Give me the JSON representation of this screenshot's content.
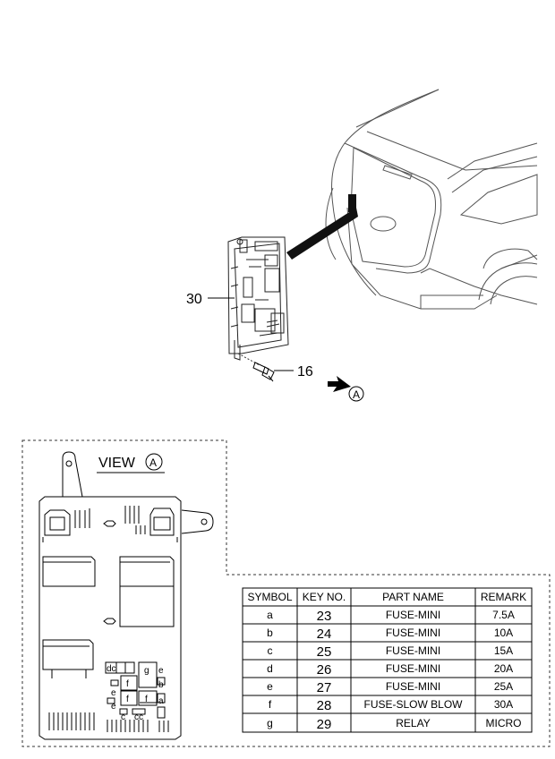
{
  "callouts": {
    "module_ref": "30",
    "bolt_ref": "16",
    "view_arrow_letter": "A"
  },
  "view": {
    "label": "VIEW",
    "letter": "A"
  },
  "layout_letters": {
    "dc": "dc",
    "c1": "c",
    "c2": "c",
    "cc": "cc",
    "e1": "e",
    "e2": "e",
    "e3": "e",
    "b": "b",
    "a": "a",
    "f1": "f",
    "f2": "f",
    "f3": "f",
    "g": "g"
  },
  "table": {
    "headers": [
      "SYMBOL",
      "KEY NO.",
      "PART NAME",
      "REMARK"
    ],
    "rows": [
      {
        "symbol": "a",
        "key": "23",
        "part": "FUSE-MINI",
        "remark": "7.5A"
      },
      {
        "symbol": "b",
        "key": "24",
        "part": "FUSE-MINI",
        "remark": "10A"
      },
      {
        "symbol": "c",
        "key": "25",
        "part": "FUSE-MINI",
        "remark": "15A"
      },
      {
        "symbol": "d",
        "key": "26",
        "part": "FUSE-MINI",
        "remark": "20A"
      },
      {
        "symbol": "e",
        "key": "27",
        "part": "FUSE-MINI",
        "remark": "25A"
      },
      {
        "symbol": "f",
        "key": "28",
        "part": "FUSE-SLOW BLOW",
        "remark": "30A"
      },
      {
        "symbol": "g",
        "key": "29",
        "part": "RELAY",
        "remark": "MICRO"
      }
    ]
  }
}
